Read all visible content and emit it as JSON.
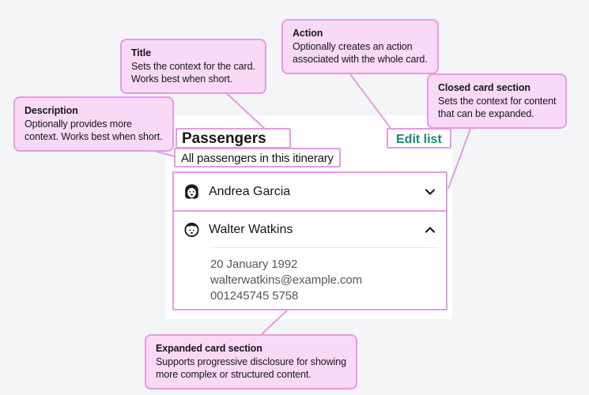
{
  "colors": {
    "background": "#f4f5f7",
    "annotation_fill": "#f8d9f6",
    "annotation_pink": "#e79ae3",
    "text_primary": "#161618",
    "text_secondary": "#545860",
    "action_green": "#0f8c78"
  },
  "annotations": {
    "title": {
      "heading": "Title",
      "lines": [
        "Sets the context for the card.",
        "Works best when short."
      ]
    },
    "action": {
      "heading": "Action",
      "lines": [
        "Optionally creates an action",
        "associated with the whole card."
      ]
    },
    "description": {
      "heading": "Description",
      "lines": [
        "Optionally provides more",
        "context. Works best when short."
      ]
    },
    "closed": {
      "heading": "Closed card section",
      "lines": [
        "Sets the context for content",
        "that can be expanded."
      ]
    },
    "expanded": {
      "heading": "Expanded card section",
      "lines": [
        "Supports progressive disclosure for showing",
        "more complex or structured content."
      ]
    }
  },
  "card": {
    "title": "Passengers",
    "description": "All passengers in this itinerary",
    "action_label": "Edit list",
    "rows": [
      {
        "name": "Andrea Garcia",
        "avatar_icon": "woman-avatar-icon",
        "state": "collapsed"
      },
      {
        "name": "Walter Watkins",
        "avatar_icon": "boy-avatar-icon",
        "state": "expanded",
        "details": [
          "20 January 1992",
          "walterwatkins@example.com",
          "001245745 5758"
        ]
      }
    ]
  }
}
